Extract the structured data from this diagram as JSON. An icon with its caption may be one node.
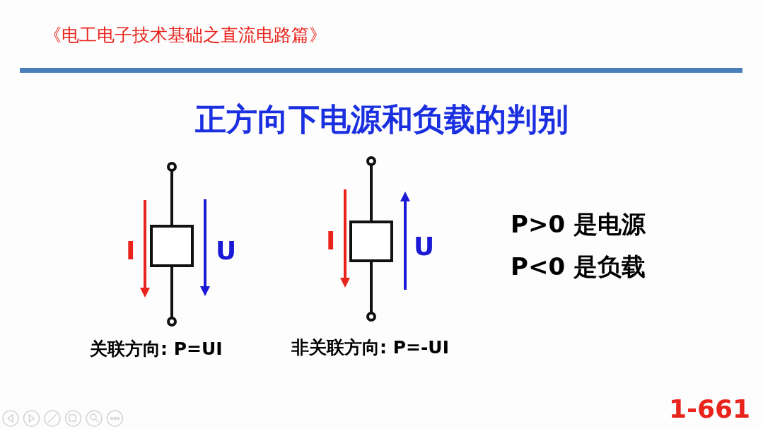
{
  "diagram": {
    "title": "正方向下电源和负载的判别",
    "labels": [
      "《电工电子技术基础之直流电路篇》",
      "I",
      "U",
      "I",
      "U",
      "P>0 是电源",
      "P<0 是负载",
      "关联方向: P=UI",
      "非关联方向: P=-UI",
      "1-661"
    ]
  }
}
